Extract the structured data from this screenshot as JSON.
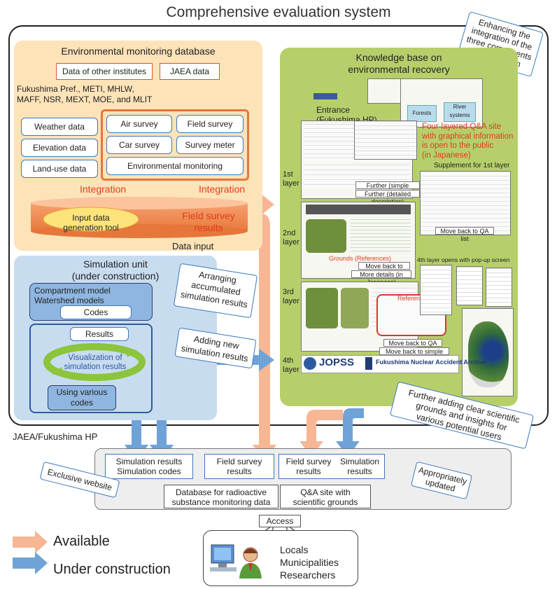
{
  "title": "Comprehensive evaluation system",
  "colors": {
    "available": "#f7b694",
    "under_construction": "#6fa3d8",
    "env_panel": "#fde3b8",
    "sim_panel": "#c8dcef",
    "kb_panel": "#b6cf6a",
    "accent_red": "#e03c1e"
  },
  "env": {
    "title": "Environmental monitoring database",
    "other_institutes": "Data of other institutes",
    "jaea_data": "JAEA data",
    "agencies_line1": "Fukushima Pref., METI, MHLW,",
    "agencies_line2": "MAFF, NSR, MEXT, MOE, and MLIT",
    "left_items": [
      "Weather data",
      "Elevation data",
      "Land-use data"
    ],
    "survey_items": [
      "Air survey",
      "Field survey",
      "Car survey",
      "Survey meter"
    ],
    "env_monitoring": "Environmental monitoring",
    "integration": "Integration",
    "input_tool_line1": "Input data",
    "input_tool_line2": "generation tool",
    "field_results_line1": "Field survey",
    "field_results_line2": "results",
    "data_input": "Data input"
  },
  "sim": {
    "title_line1": "Simulation unit",
    "title_line2": "(under construction)",
    "models_line1": "Compartment model",
    "models_line2": "Watershed models",
    "codes": "Codes",
    "results": "Results",
    "viz_line1": "Visualization of",
    "viz_line2": "simulation results",
    "using_line1": "Using various",
    "using_line2": "codes"
  },
  "scrolls": {
    "enhancing": [
      "Enhancing the",
      "integration of the",
      "three components",
      "of the system"
    ],
    "arranging": [
      "Arranging",
      "accumulated",
      "simulation results"
    ],
    "adding": [
      "Adding new",
      "simulation results"
    ],
    "further": [
      "Further adding clear scientific",
      "grounds and insights for",
      "various potential users"
    ],
    "exclusive": "Exclusive website",
    "updated_line1": "Appropriately",
    "updated_line2": "updated"
  },
  "kb": {
    "title_line1": "Knowledge base on",
    "title_line2": "environmental recovery",
    "entrance_line1": "Entrance",
    "entrance_line2": "(Fukushima HP)",
    "forests": "Forests",
    "rivers": "River systems",
    "layers": [
      {
        "line1": "1st",
        "line2": "layer"
      },
      {
        "line1": "2nd",
        "line2": "layer"
      },
      {
        "line1": "3rd",
        "line2": "layer"
      },
      {
        "line1": "4th",
        "line2": "layer"
      }
    ],
    "four_layer_note": [
      "Four-layered Q&A site",
      "with graphical information",
      "is open to the public",
      "(in Japanese)"
    ],
    "supplement": "Supplement for 1st layer",
    "further_simple": "Further (simple description)",
    "further_detailed": "Further (detailed description)",
    "move_qa_list": "Move back to QA list",
    "grounds": "Grounds (References)",
    "move_qalist": "Move back to QAlist",
    "more_details": "More details (in Japanese)",
    "fourth_popup": "4th layer opens with pop-up screen",
    "references": "References",
    "move_simple": "Move back to simple Q&A",
    "jopss": "JOPSS",
    "archive": "Fukushima Nuclear Accident Archive"
  },
  "bottom": {
    "jaea_hp": "JAEA/Fukushima HP",
    "sim_results_line1": "Simulation results",
    "sim_results_line2": "Simulation codes",
    "field_line1": "Field survey",
    "field_line2": "results",
    "field2_line1": "Field survey",
    "field2_line2": "results",
    "simres_line1": "Simulation",
    "simres_line2": "results",
    "db_line1": "Database for radioactive",
    "db_line2": "substance monitoring data",
    "qa_line1": "Q&A site with",
    "qa_line2": "scientific grounds",
    "access": "Access",
    "users": [
      "Locals",
      "Municipalities",
      "Researchers"
    ]
  },
  "legend": {
    "available": "Available",
    "under_construction": "Under construction"
  }
}
